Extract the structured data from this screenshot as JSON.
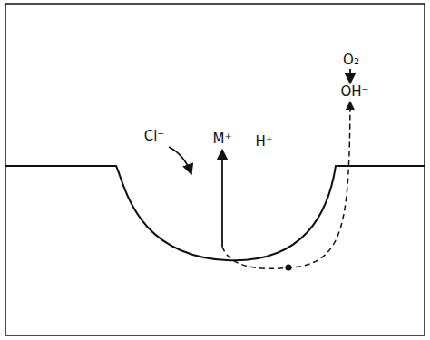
{
  "diagram": {
    "labels": [
      "Cl⁻",
      "M⁺",
      "H⁺",
      "O₂",
      "OH⁻"
    ]
  }
}
